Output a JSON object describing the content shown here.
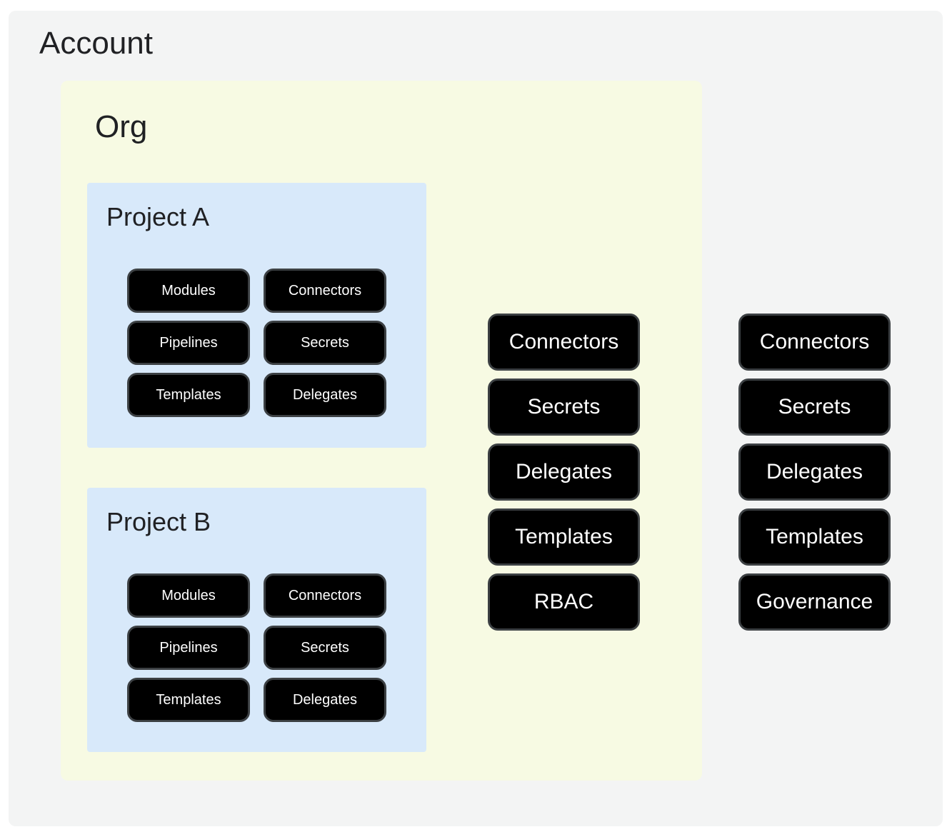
{
  "diagram": {
    "account": {
      "label": "Account",
      "resources": [
        "Connectors",
        "Secrets",
        "Delegates",
        "Templates",
        "Governance"
      ]
    },
    "org": {
      "label": "Org",
      "resources": [
        "Connectors",
        "Secrets",
        "Delegates",
        "Templates",
        "RBAC"
      ],
      "projects": [
        {
          "label": "Project A",
          "resources": [
            "Modules",
            "Connectors",
            "Pipelines",
            "Secrets",
            "Templates",
            "Delegates"
          ]
        },
        {
          "label": "Project B",
          "resources": [
            "Modules",
            "Connectors",
            "Pipelines",
            "Secrets",
            "Templates",
            "Delegates"
          ]
        }
      ]
    },
    "colors": {
      "account_bg": "#f3f4f4",
      "org_bg": "#f7fae3",
      "project_bg": "#d8e9fa",
      "pill_bg": "#000000",
      "pill_border": "#3c4043",
      "pill_text": "#ffffff",
      "title_text": "#202124"
    }
  }
}
